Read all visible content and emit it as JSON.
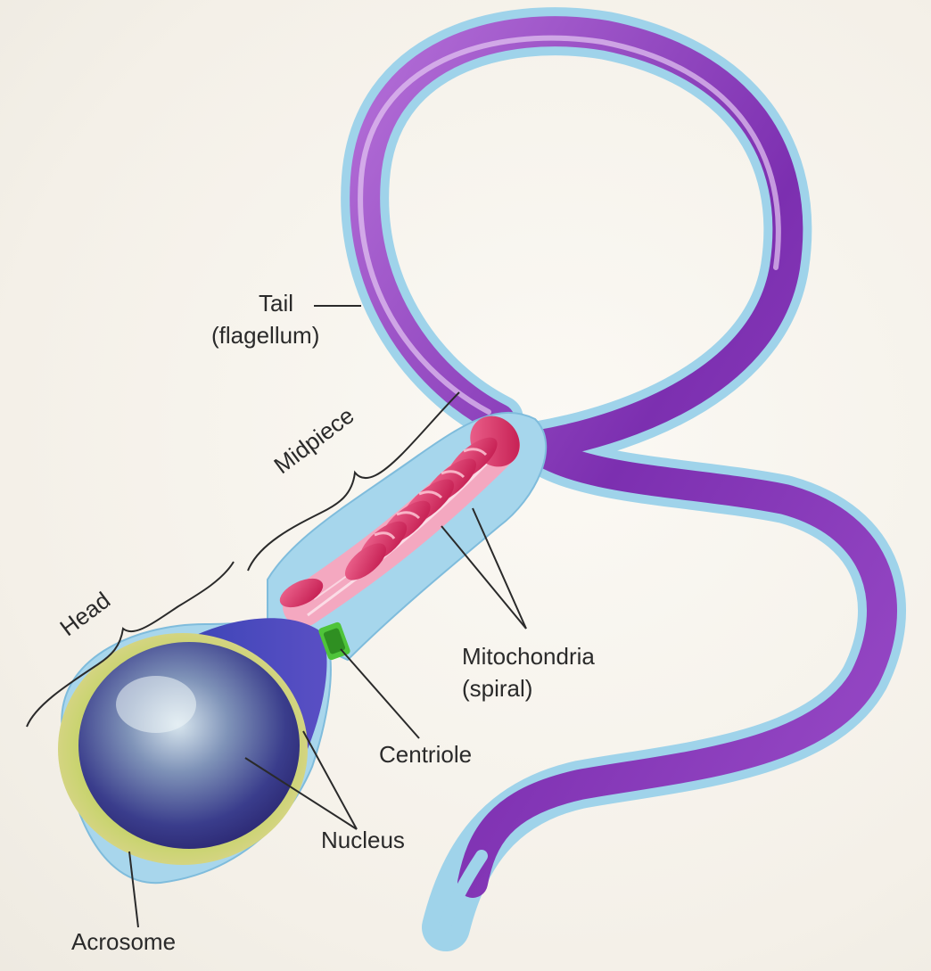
{
  "labels": {
    "tail_line1": "Tail",
    "tail_line2": "(flagellum)",
    "midpiece": "Midpiece",
    "head": "Head",
    "mitochondria_line1": "Mitochondria",
    "mitochondria_line2": "(spiral)",
    "centriole": "Centriole",
    "nucleus": "Nucleus",
    "acrosome": "Acrosome"
  },
  "colors": {
    "flagellum": "#8a3fb8",
    "sheath": "#9ad0e8",
    "mitochondria": "#d8245c",
    "nucleus": "#3d3fb0",
    "acrosome": "#c9d47a",
    "centriole": "#4fc43a"
  }
}
